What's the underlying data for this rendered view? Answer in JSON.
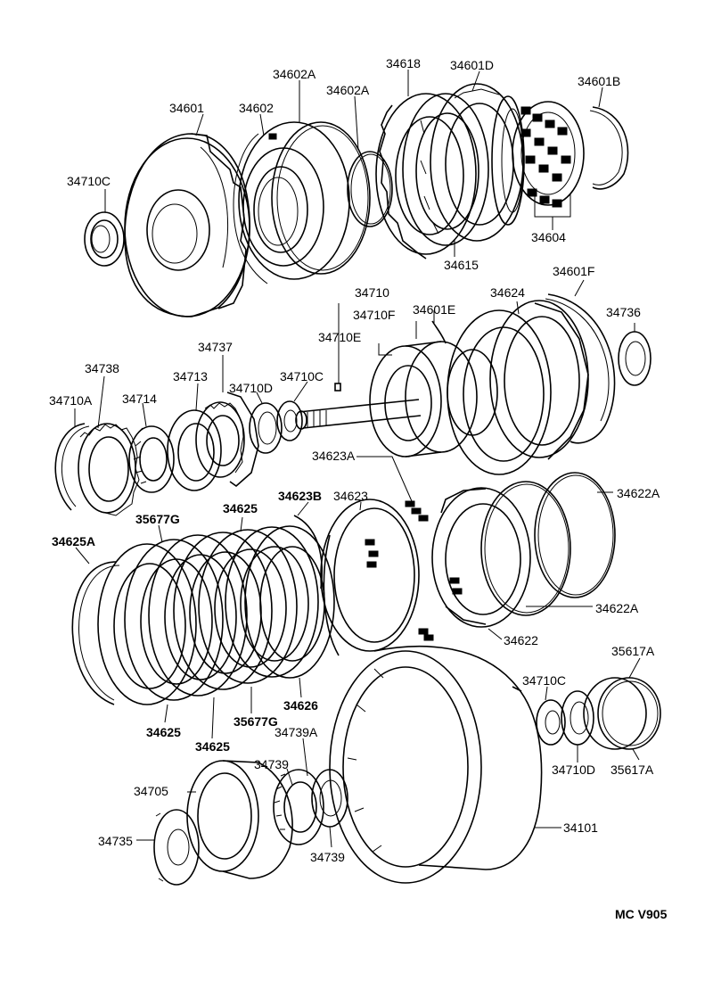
{
  "labels": {
    "p34601": "34601",
    "p34602": "34602",
    "p34602A_1": "34602A",
    "p34602A_2": "34602A",
    "p34618": "34618",
    "p34601D": "34601D",
    "p34601B": "34601B",
    "p34710C_1": "34710C",
    "p34604": "34604",
    "p34615": "34615",
    "p34601F": "34601F",
    "p34710": "34710",
    "p34624": "34624",
    "p34710F": "34710F",
    "p34601E": "34601E",
    "p34736": "34736",
    "p34710E": "34710E",
    "p34737": "34737",
    "p34738": "34738",
    "p34713": "34713",
    "p34710C_2": "34710C",
    "p34710D_1": "34710D",
    "p34710A": "34710A",
    "p34714": "34714",
    "p34623A": "34623A",
    "p34623B": "34623B",
    "p34623": "34623",
    "p34622A_1": "34622A",
    "p35677G_1": "35677G",
    "p34625_top": "34625",
    "p34625A": "34625A",
    "p34622A_2": "34622A",
    "p34622": "34622",
    "p35617A_1": "35617A",
    "p34710C_3": "34710C",
    "p34626": "34626",
    "p34625_b1": "34625",
    "p35677G_2": "35677G",
    "p34625_b2": "34625",
    "p34739A": "34739A",
    "p34710D_2": "34710D",
    "p35617A_2": "35617A",
    "p34739_1": "34739",
    "p34705": "34705",
    "p34101": "34101",
    "p34735": "34735",
    "p34739_2": "34739",
    "code": "MC  V905"
  }
}
